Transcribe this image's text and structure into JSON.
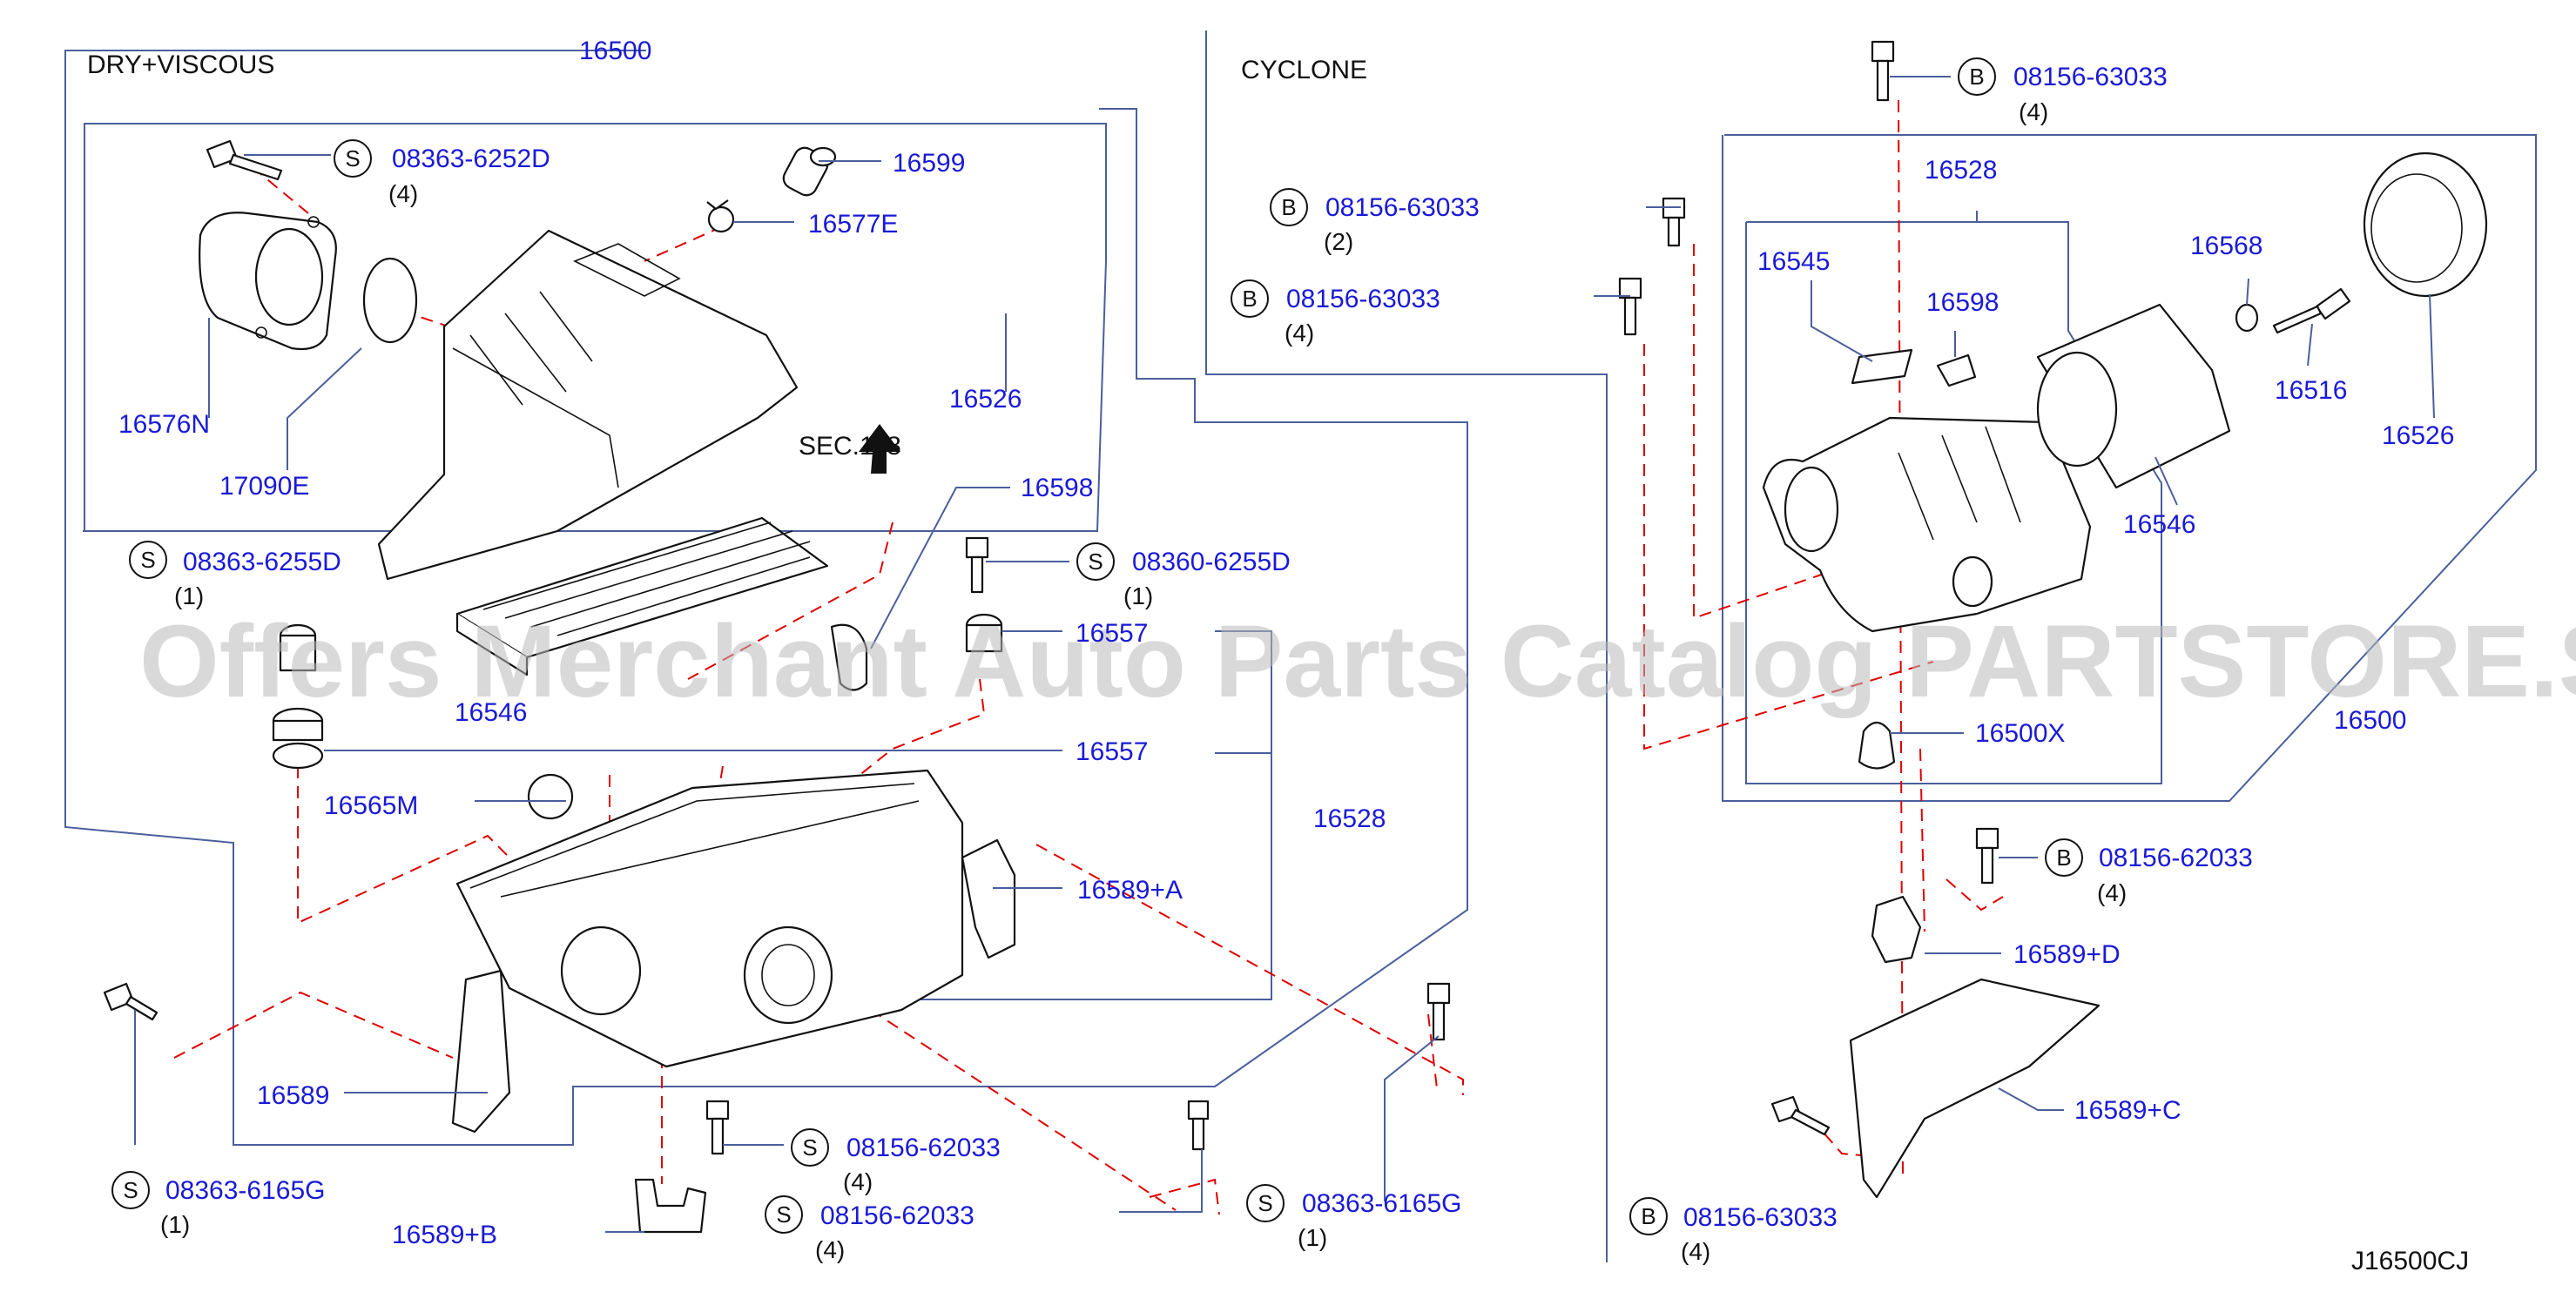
{
  "diagram_code": "J16500CJ",
  "watermark": "Offers Merchant Auto Parts Catalog PARTSTORE.SA",
  "colors": {
    "part_number": "#1a1ad6",
    "leader_line": "#4a5f9c",
    "dashed_line": "#e00000",
    "watermark": "#b9b9b9"
  },
  "sections": {
    "left": "DRY+VISCOUS",
    "right": "CYCLONE"
  },
  "badges": {
    "S": "S",
    "B": "B"
  },
  "labels": {
    "p16500_left": "16500",
    "p16526_left": "16526",
    "p16576N": "16576N",
    "p17090E": "17090E",
    "p16599": "16599",
    "p16577E": "16577E",
    "s08363_6252D": "08363-6252D",
    "q4_a": "(4)",
    "sec118": "SEC.118",
    "p16598_left": "16598",
    "s08363_6255D": "08363-6255D",
    "q1_a": "(1)",
    "s08360_6255D": "08360-6255D",
    "q1_b": "(1)",
    "p16557_top": "16557",
    "p16557_mid": "16557",
    "p16546_left": "16546",
    "p16565M": "16565M",
    "p16528_left": "16528",
    "p16589A": "16589+A",
    "p16589": "16589",
    "s08363_6165G_left": "08363-6165G",
    "q1_c": "(1)",
    "s08156_62033_a": "08156-62033",
    "q4_b": "(4)",
    "s08156_62033_b": "08156-62033",
    "q4_c": "(4)",
    "p16589B": "16589+B",
    "s08363_6165G_mid": "08363-6165G",
    "q1_d": "(1)",
    "b08156_63033_top": "08156-63033",
    "q4_top": "(4)",
    "b08156_63033_a": "08156-63033",
    "q2": "(2)",
    "b08156_63033_b": "08156-63033",
    "q4_d": "(4)",
    "p16528_right": "16528",
    "p16545": "16545",
    "p16598_right": "16598",
    "p16568": "16568",
    "p16516": "16516",
    "p16526_right": "16526",
    "p16546_right": "16546",
    "p16500X": "16500X",
    "p16500_right": "16500",
    "b08156_62033": "08156-62033",
    "q4_e": "(4)",
    "p16589D": "16589+D",
    "p16589C": "16589+C",
    "b08156_63033_bottom": "08156-63033",
    "q4_f": "(4)"
  }
}
